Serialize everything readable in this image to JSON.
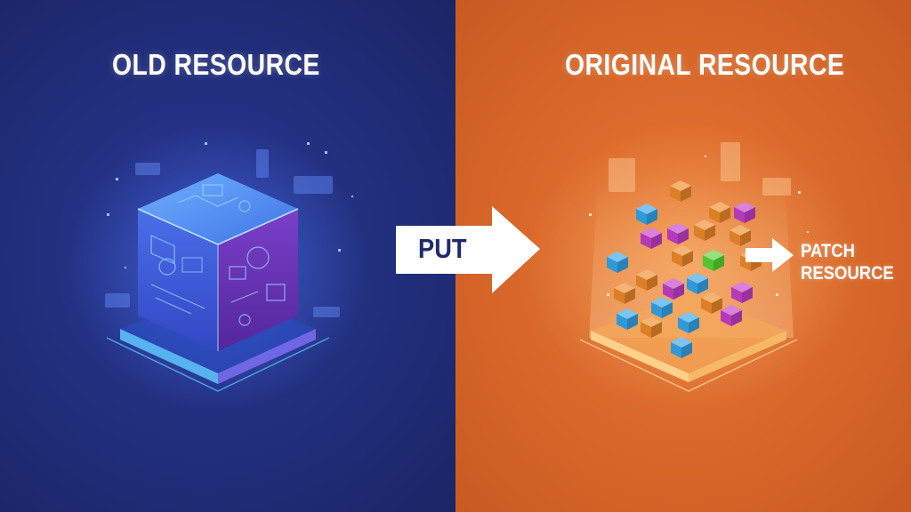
{
  "labels": {
    "left_title": "OLD RESOURCE",
    "right_title": "ORIGINAL RESOURCE",
    "put": "PUT",
    "patch_line1": "PATCH",
    "patch_line2": "RESOURCE"
  },
  "colors": {
    "left_background": "#22307f",
    "right_background": "#d9682a",
    "cube_top": "#4b8df0",
    "cube_left": "#3a57d6",
    "cube_right": "#6b33b8",
    "accent_glow": "#5ec8ff",
    "block_orange": "#f08a2a",
    "block_blue": "#36a6ea",
    "block_magenta": "#c43fc8",
    "block_green": "#58d634",
    "arrow_fill": "#ffffff"
  },
  "icons": [
    "put-arrow-icon",
    "patch-arrow-icon",
    "data-cube-icon",
    "block-cluster-icon"
  ]
}
